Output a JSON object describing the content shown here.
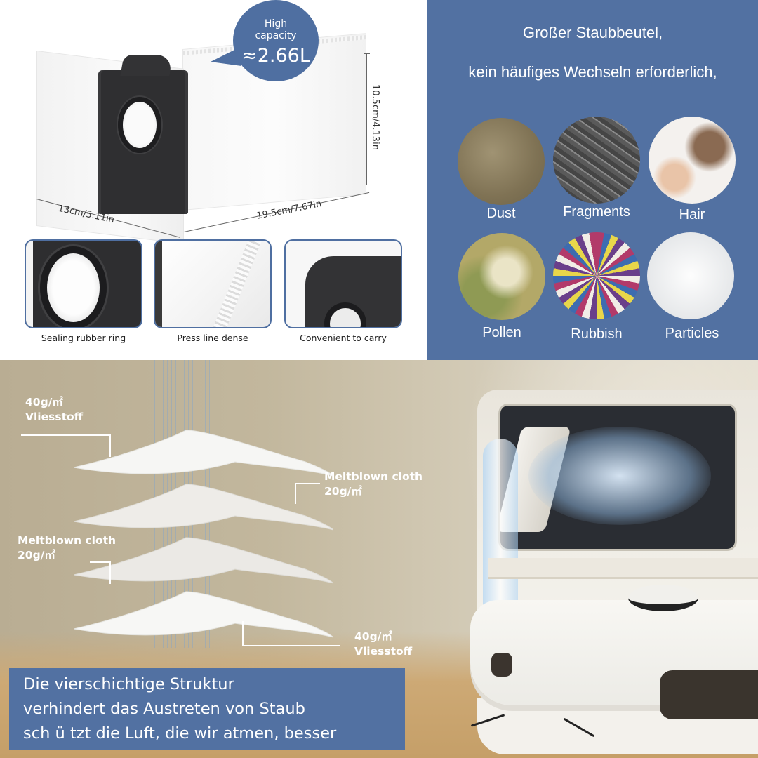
{
  "product_panel": {
    "capacity_bubble": {
      "line1": "High",
      "line2": "capacity",
      "value": "≈2.66L",
      "color": "#4f6fa1"
    },
    "dimensions": {
      "height": "10.5cm/4.13in",
      "depth": "13cm/5.11in",
      "width": "19.5cm/7.67in"
    },
    "features": [
      {
        "label": "Sealing rubber ring",
        "icon": "sealing-ring-photo"
      },
      {
        "label": "Press line dense",
        "icon": "press-line-photo"
      },
      {
        "label": "Convenient to carry",
        "icon": "carry-handle-photo"
      }
    ]
  },
  "dust_types_panel": {
    "background": "#5271a2",
    "title_line1": "Großer Staubbeutel,",
    "title_line2": "kein häufiges Wechseln erforderlich,",
    "items": [
      {
        "label": "Dust",
        "icon": "dust-photo"
      },
      {
        "label": "Fragments",
        "icon": "fragments-photo"
      },
      {
        "label": "Hair",
        "icon": "hair-photo"
      },
      {
        "label": "Pollen",
        "icon": "pollen-photo"
      },
      {
        "label": "Rubbish",
        "icon": "rubbish-photo"
      },
      {
        "label": "Particles",
        "icon": "particles-photo"
      }
    ]
  },
  "layers_panel": {
    "callouts": [
      {
        "weight": "40g/㎡",
        "material": "Vliesstoff"
      },
      {
        "material": "Meltblown cloth",
        "weight": "20g/㎡"
      },
      {
        "material": "Meltblown cloth",
        "weight": "20g/㎡"
      },
      {
        "weight": "40g/㎡",
        "material": "Vliesstoff"
      }
    ],
    "caption": {
      "line1": "Die vierschichtige Struktur",
      "line2": "verhindert das Austreten von Staub",
      "line3": "sch ü tzt die Luft, die wir atmen, besser"
    }
  }
}
